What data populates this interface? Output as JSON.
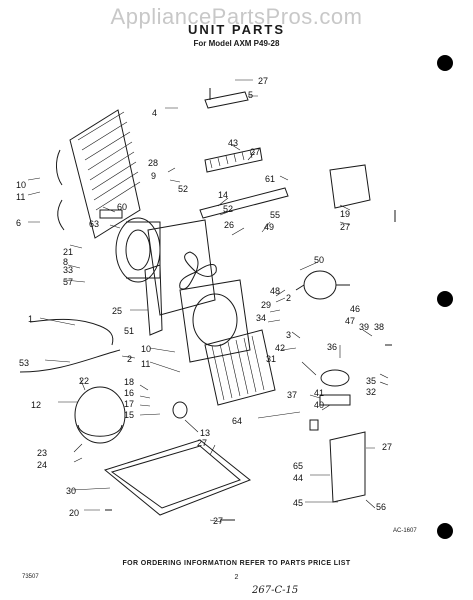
{
  "watermark": "AppliancePartsPros.com",
  "title": "UNIT PARTS",
  "subtitle": "For Model AXM P49-28",
  "drawing_ref": "AC-1607",
  "footer": "FOR ORDERING INFORMATION REFER TO PARTS PRICE LIST",
  "form_number": "73507",
  "page_number": "2",
  "handwritten_note": "267-C-15",
  "callouts": [
    "27",
    "5",
    "4",
    "43",
    "27",
    "28",
    "9",
    "52",
    "61",
    "10",
    "11",
    "6",
    "60",
    "63",
    "8",
    "21",
    "33",
    "57",
    "14",
    "52",
    "26",
    "55",
    "49",
    "50",
    "19",
    "27",
    "1",
    "25",
    "48",
    "2",
    "51",
    "53",
    "2",
    "29",
    "34",
    "3",
    "46",
    "47",
    "39",
    "38",
    "10",
    "11",
    "42",
    "36",
    "31",
    "22",
    "18",
    "16",
    "17",
    "15",
    "12",
    "23",
    "24",
    "37",
    "41",
    "40",
    "64",
    "35",
    "32",
    "13",
    "27",
    "30",
    "20",
    "27",
    "27",
    "65",
    "44",
    "45",
    "56"
  ],
  "colors": {
    "ink": "#1a1a1a",
    "watermark": "#c8c8c8",
    "background": "#ffffff"
  }
}
